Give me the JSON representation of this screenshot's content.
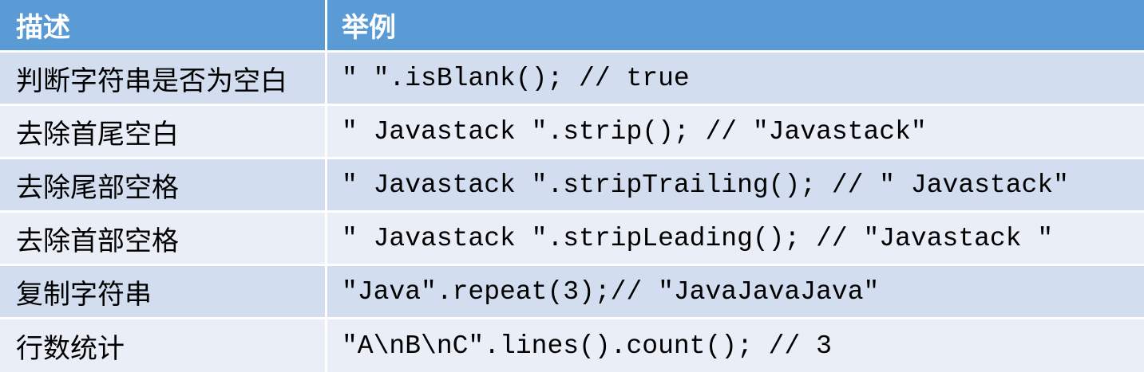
{
  "table": {
    "header": {
      "description": "描述",
      "example": "举例"
    },
    "rows": [
      {
        "description": "判断字符串是否为空白",
        "example": "\" \".isBlank(); // true"
      },
      {
        "description": "去除首尾空白",
        "example": "\" Javastack \".strip(); // \"Javastack\""
      },
      {
        "description": "去除尾部空格",
        "example": "\" Javastack \".stripTrailing(); // \" Javastack\""
      },
      {
        "description": "去除首部空格",
        "example": "\" Javastack \".stripLeading(); // \"Javastack \""
      },
      {
        "description": "复制字符串",
        "example": "\"Java\".repeat(3);// \"JavaJavaJava\""
      },
      {
        "description": "行数统计",
        "example": "\"A\\nB\\nC\".lines().count(); // 3"
      }
    ]
  },
  "colors": {
    "header_background": "#5B9BD5",
    "header_text": "#FFFFFF",
    "row_band_dark": "#D2DEEF",
    "row_band_light": "#EAEFF7",
    "grid_lines": "#FFFFFF"
  }
}
